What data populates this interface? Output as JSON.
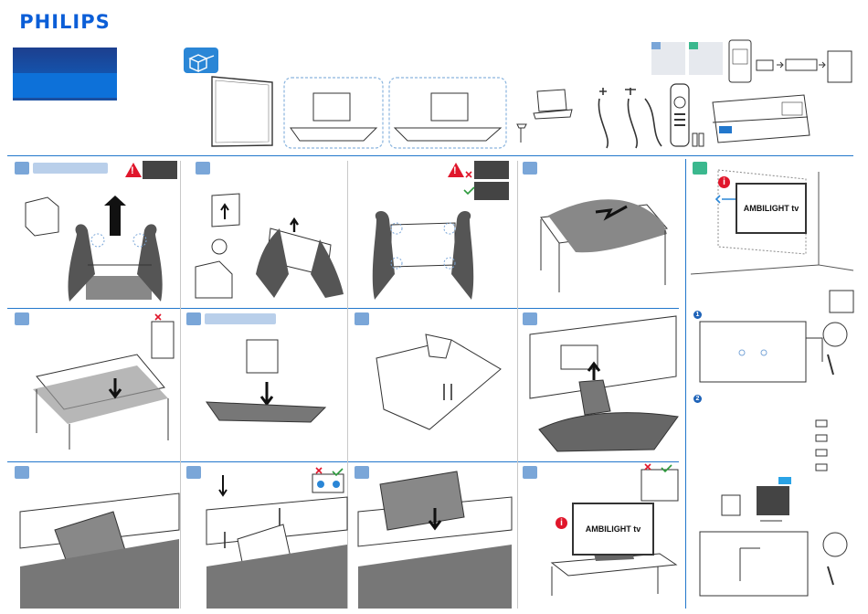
{
  "brand": {
    "name": "PHILIPS",
    "brand_color": "#0b5ed7"
  },
  "icons": {
    "unbox": "open-box-icon",
    "warning": "warning-triangle-icon",
    "info": "info-icon",
    "book": "manual-book-icon",
    "arrow": "arrow-right-icon"
  },
  "labels": {
    "ambilight_wall": "AMBILIGHT tv",
    "ambilight_table": "AMBILIGHT tv",
    "info_mark": "i",
    "warn_mark": "!",
    "wall_step_1": "1",
    "wall_step_2": "2"
  },
  "colors": {
    "accent": "#2277cc",
    "badge": "#7aa6d8",
    "warning": "#e0162b",
    "ok": "#2c9a3c"
  }
}
